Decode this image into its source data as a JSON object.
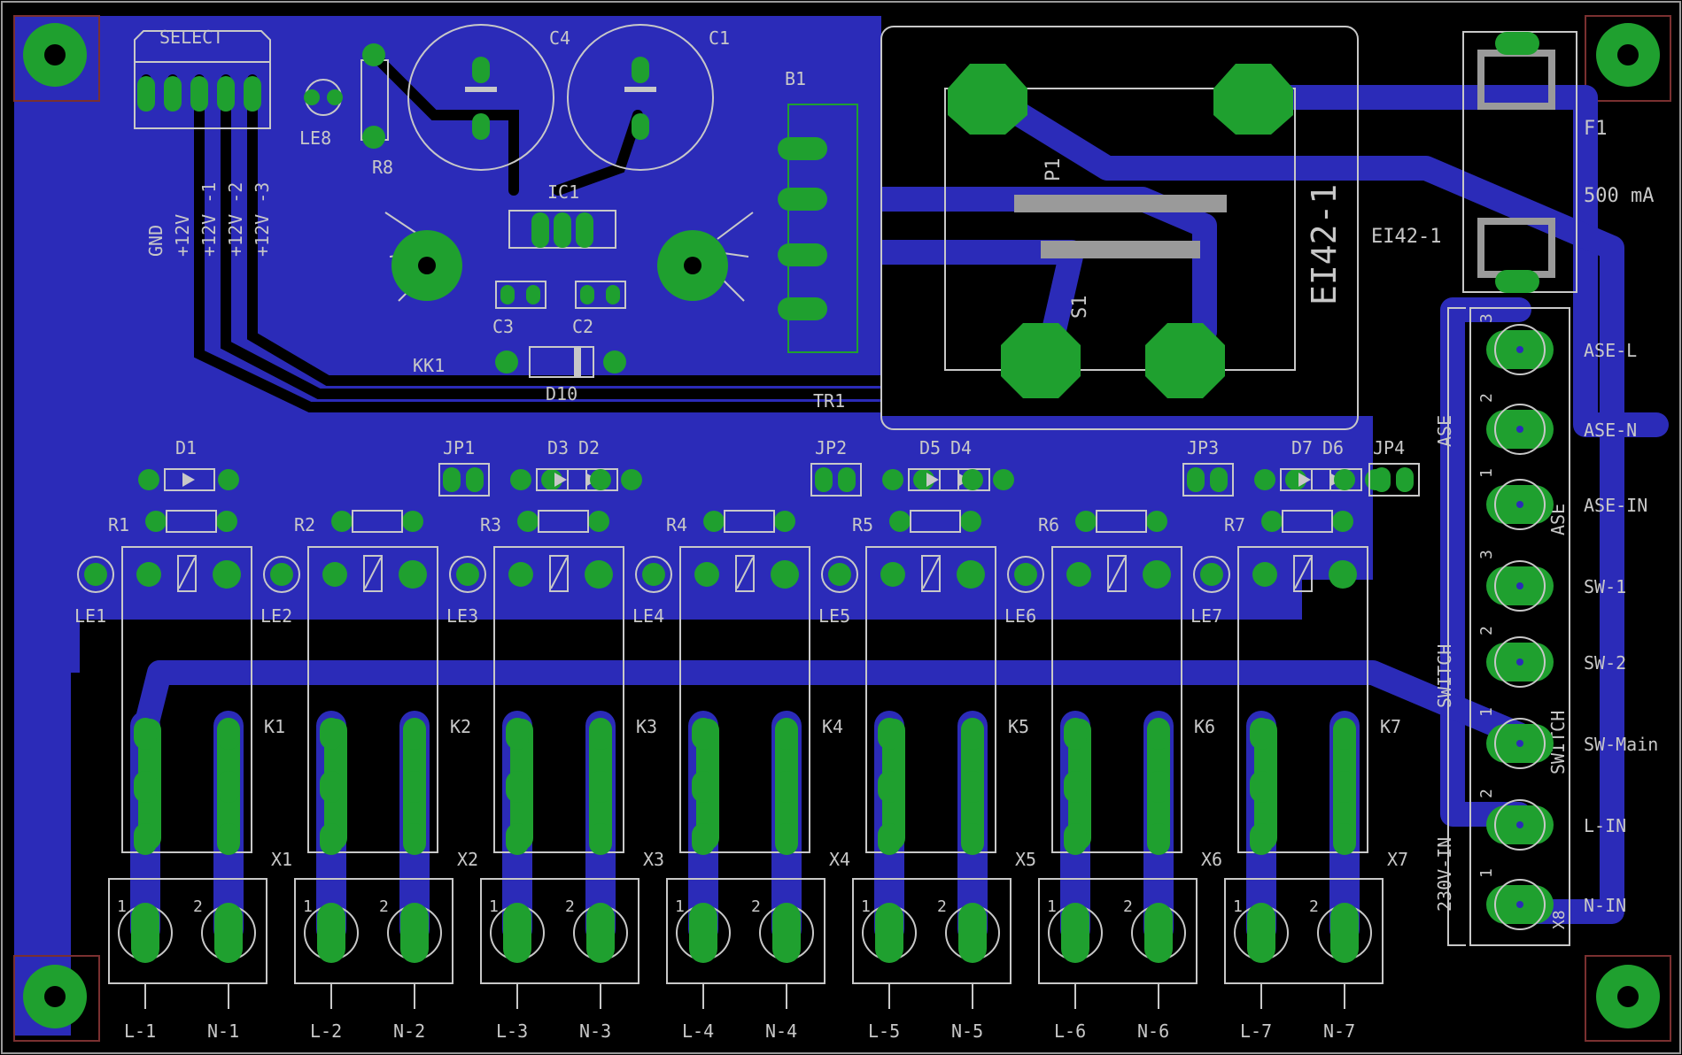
{
  "colors": {
    "background": "#000000",
    "copper_bottom": "#2b2bb8",
    "pad": "#1fa02f",
    "silk": "#c8c8c8",
    "drill": "#000000",
    "outline": "#9a9a9a"
  },
  "labels": {
    "select": "SELECT",
    "gnd": "GND",
    "p12v": "+12V",
    "p12v_1": "+12V -1",
    "p12v_2": "+12V -2",
    "p12v_3": "+12V -3",
    "le8": "LE8",
    "r8": "R8",
    "c4": "C4",
    "c1": "C1",
    "b1": "B1",
    "ic1": "IC1",
    "c3": "C3",
    "c2": "C2",
    "kk1": "KK1",
    "d10": "D10",
    "tr1": "TR1",
    "p1": "P1",
    "s1": "S1",
    "ei42": "EI42-1",
    "ei42_small": "EI42-1",
    "f1": "F1",
    "fuse_rating": "500 mA",
    "ase": "ASE",
    "switch": "SWITCH",
    "vin": "230V-IN",
    "x8": "X8",
    "pin1": "1",
    "pin2": "2",
    "pin3": "3"
  },
  "connector": {
    "pins": [
      "ASE-L",
      "ASE-N",
      "ASE-IN",
      "SW-1",
      "SW-2",
      "SW-Main",
      "L-IN",
      "N-IN"
    ]
  },
  "channels": [
    {
      "diode": "D1",
      "resistor": "R1",
      "led": "LE1",
      "relay": "K1",
      "terminal": "X1",
      "l": "L-1",
      "n": "N-1"
    },
    {
      "jumper": "JP1",
      "diode": "D2",
      "resistor": "R2",
      "led": "LE2",
      "relay": "K2",
      "terminal": "X2",
      "l": "L-2",
      "n": "N-2"
    },
    {
      "diode": "D3",
      "resistor": "R3",
      "led": "LE3",
      "relay": "K3",
      "terminal": "X3",
      "l": "L-3",
      "n": "N-3"
    },
    {
      "jumper": "JP2",
      "diode": "D4",
      "resistor": "R4",
      "led": "LE4",
      "relay": "K4",
      "terminal": "X4",
      "l": "L-4",
      "n": "N-4"
    },
    {
      "diode": "D5",
      "resistor": "R5",
      "led": "LE5",
      "relay": "K5",
      "terminal": "X5",
      "l": "L-5",
      "n": "N-5"
    },
    {
      "jumper": "JP3",
      "diode": "D6",
      "resistor": "R6",
      "led": "LE6",
      "relay": "K6",
      "terminal": "X6",
      "l": "L-6",
      "n": "N-6"
    },
    {
      "jumper": "JP4",
      "diode": "D7",
      "resistor": "R7",
      "led": "LE7",
      "relay": "K7",
      "terminal": "X7",
      "l": "L-7",
      "n": "N-7"
    }
  ]
}
